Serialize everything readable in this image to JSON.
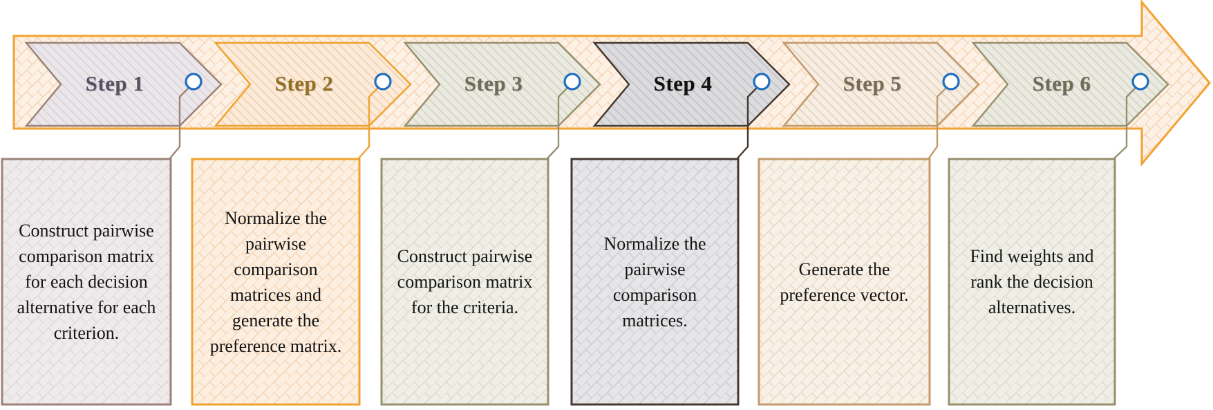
{
  "figure": {
    "kind": "process-flow-diagram",
    "description_text_color": "#141414"
  },
  "arrow": {
    "border": "#F2A230",
    "fill": "#FDF1E5",
    "lattice": "#F3CEA9"
  },
  "connector_dot": {
    "stroke": "#1F6EC0",
    "fill": "#FFFFFF"
  },
  "steps": [
    {
      "label": "Step 1",
      "description": "Construct pairwise comparison matrix for each decision alternative for each criterion.",
      "colors": {
        "accent": "#9C8279",
        "chevron_fill": "#EAE6EA",
        "stripe": "#D8D0D6",
        "label": "#57525F",
        "box_fill": "#EFEBED",
        "box_lattice": "#DCD4D8"
      }
    },
    {
      "label": "Step 2",
      "description": "Normalize the pairwise comparison matrices and generate the preference matrix.",
      "colors": {
        "accent": "#F0A22F",
        "chevron_fill": "#FCEBDA",
        "stripe": "#F2CFA8",
        "label": "#96701F",
        "box_fill": "#FDEFE0",
        "box_lattice": "#F2D0AC"
      }
    },
    {
      "label": "Step 3",
      "description": "Construct pairwise comparison matrix for the criteria.",
      "colors": {
        "accent": "#97906E",
        "chevron_fill": "#EAEAE1",
        "stripe": "#D2D2C2",
        "label": "#6E6C55",
        "box_fill": "#EFEFE7",
        "box_lattice": "#D8D8C8"
      }
    },
    {
      "label": "Step 4",
      "description": "Normalize the pairwise comparison matrices.",
      "colors": {
        "accent": "#453931",
        "chevron_fill": "#DCDCDE",
        "stripe": "#C2C2C6",
        "label": "#14100D",
        "box_fill": "#E6E6E8",
        "box_lattice": "#C9C9CE"
      }
    },
    {
      "label": "Step 5",
      "description": "Generate the preference vector.",
      "colors": {
        "accent": "#C49A6C",
        "chevron_fill": "#F6EDE3",
        "stripe": "#E3D0B9",
        "label": "#7C6A52",
        "box_fill": "#F8F1E7",
        "box_lattice": "#E6D3BC"
      }
    },
    {
      "label": "Step 6",
      "description": "Find weights and rank the decision alternatives.",
      "colors": {
        "accent": "#97906E",
        "chevron_fill": "#EAEAE1",
        "stripe": "#D2D2C2",
        "label": "#6E6C55",
        "box_fill": "#EFEFE7",
        "box_lattice": "#D8D8C8"
      }
    }
  ]
}
